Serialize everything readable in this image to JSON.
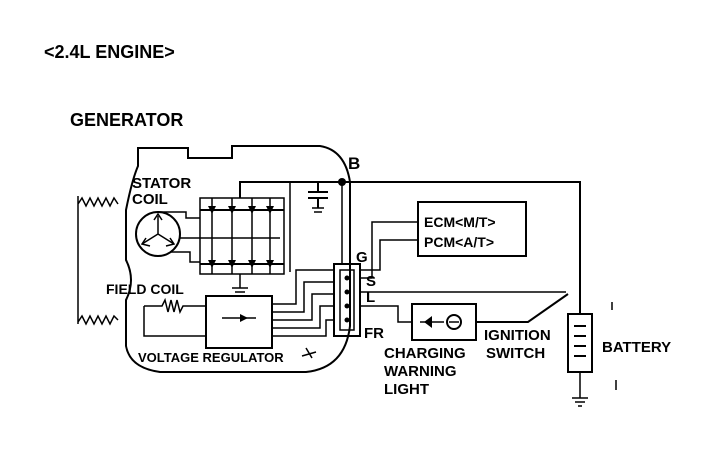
{
  "title": "<2.4L ENGINE>",
  "generator_label": "GENERATOR",
  "stator_coil": [
    "STATOR",
    "COIL"
  ],
  "field_coil": "FIELD COIL",
  "voltage_regulator": "VOLTAGE REGULATOR",
  "terminals": {
    "b": "B",
    "g": "G",
    "s": "S",
    "l": "L",
    "fr": "FR"
  },
  "ecm_pcm": [
    "ECM<M/T>",
    "PCM<A/T>"
  ],
  "charging_light": [
    "CHARGING",
    "WARNING",
    "LIGHT"
  ],
  "ignition_switch": [
    "IGNITION",
    "SWITCH"
  ],
  "battery": "BATTERY"
}
